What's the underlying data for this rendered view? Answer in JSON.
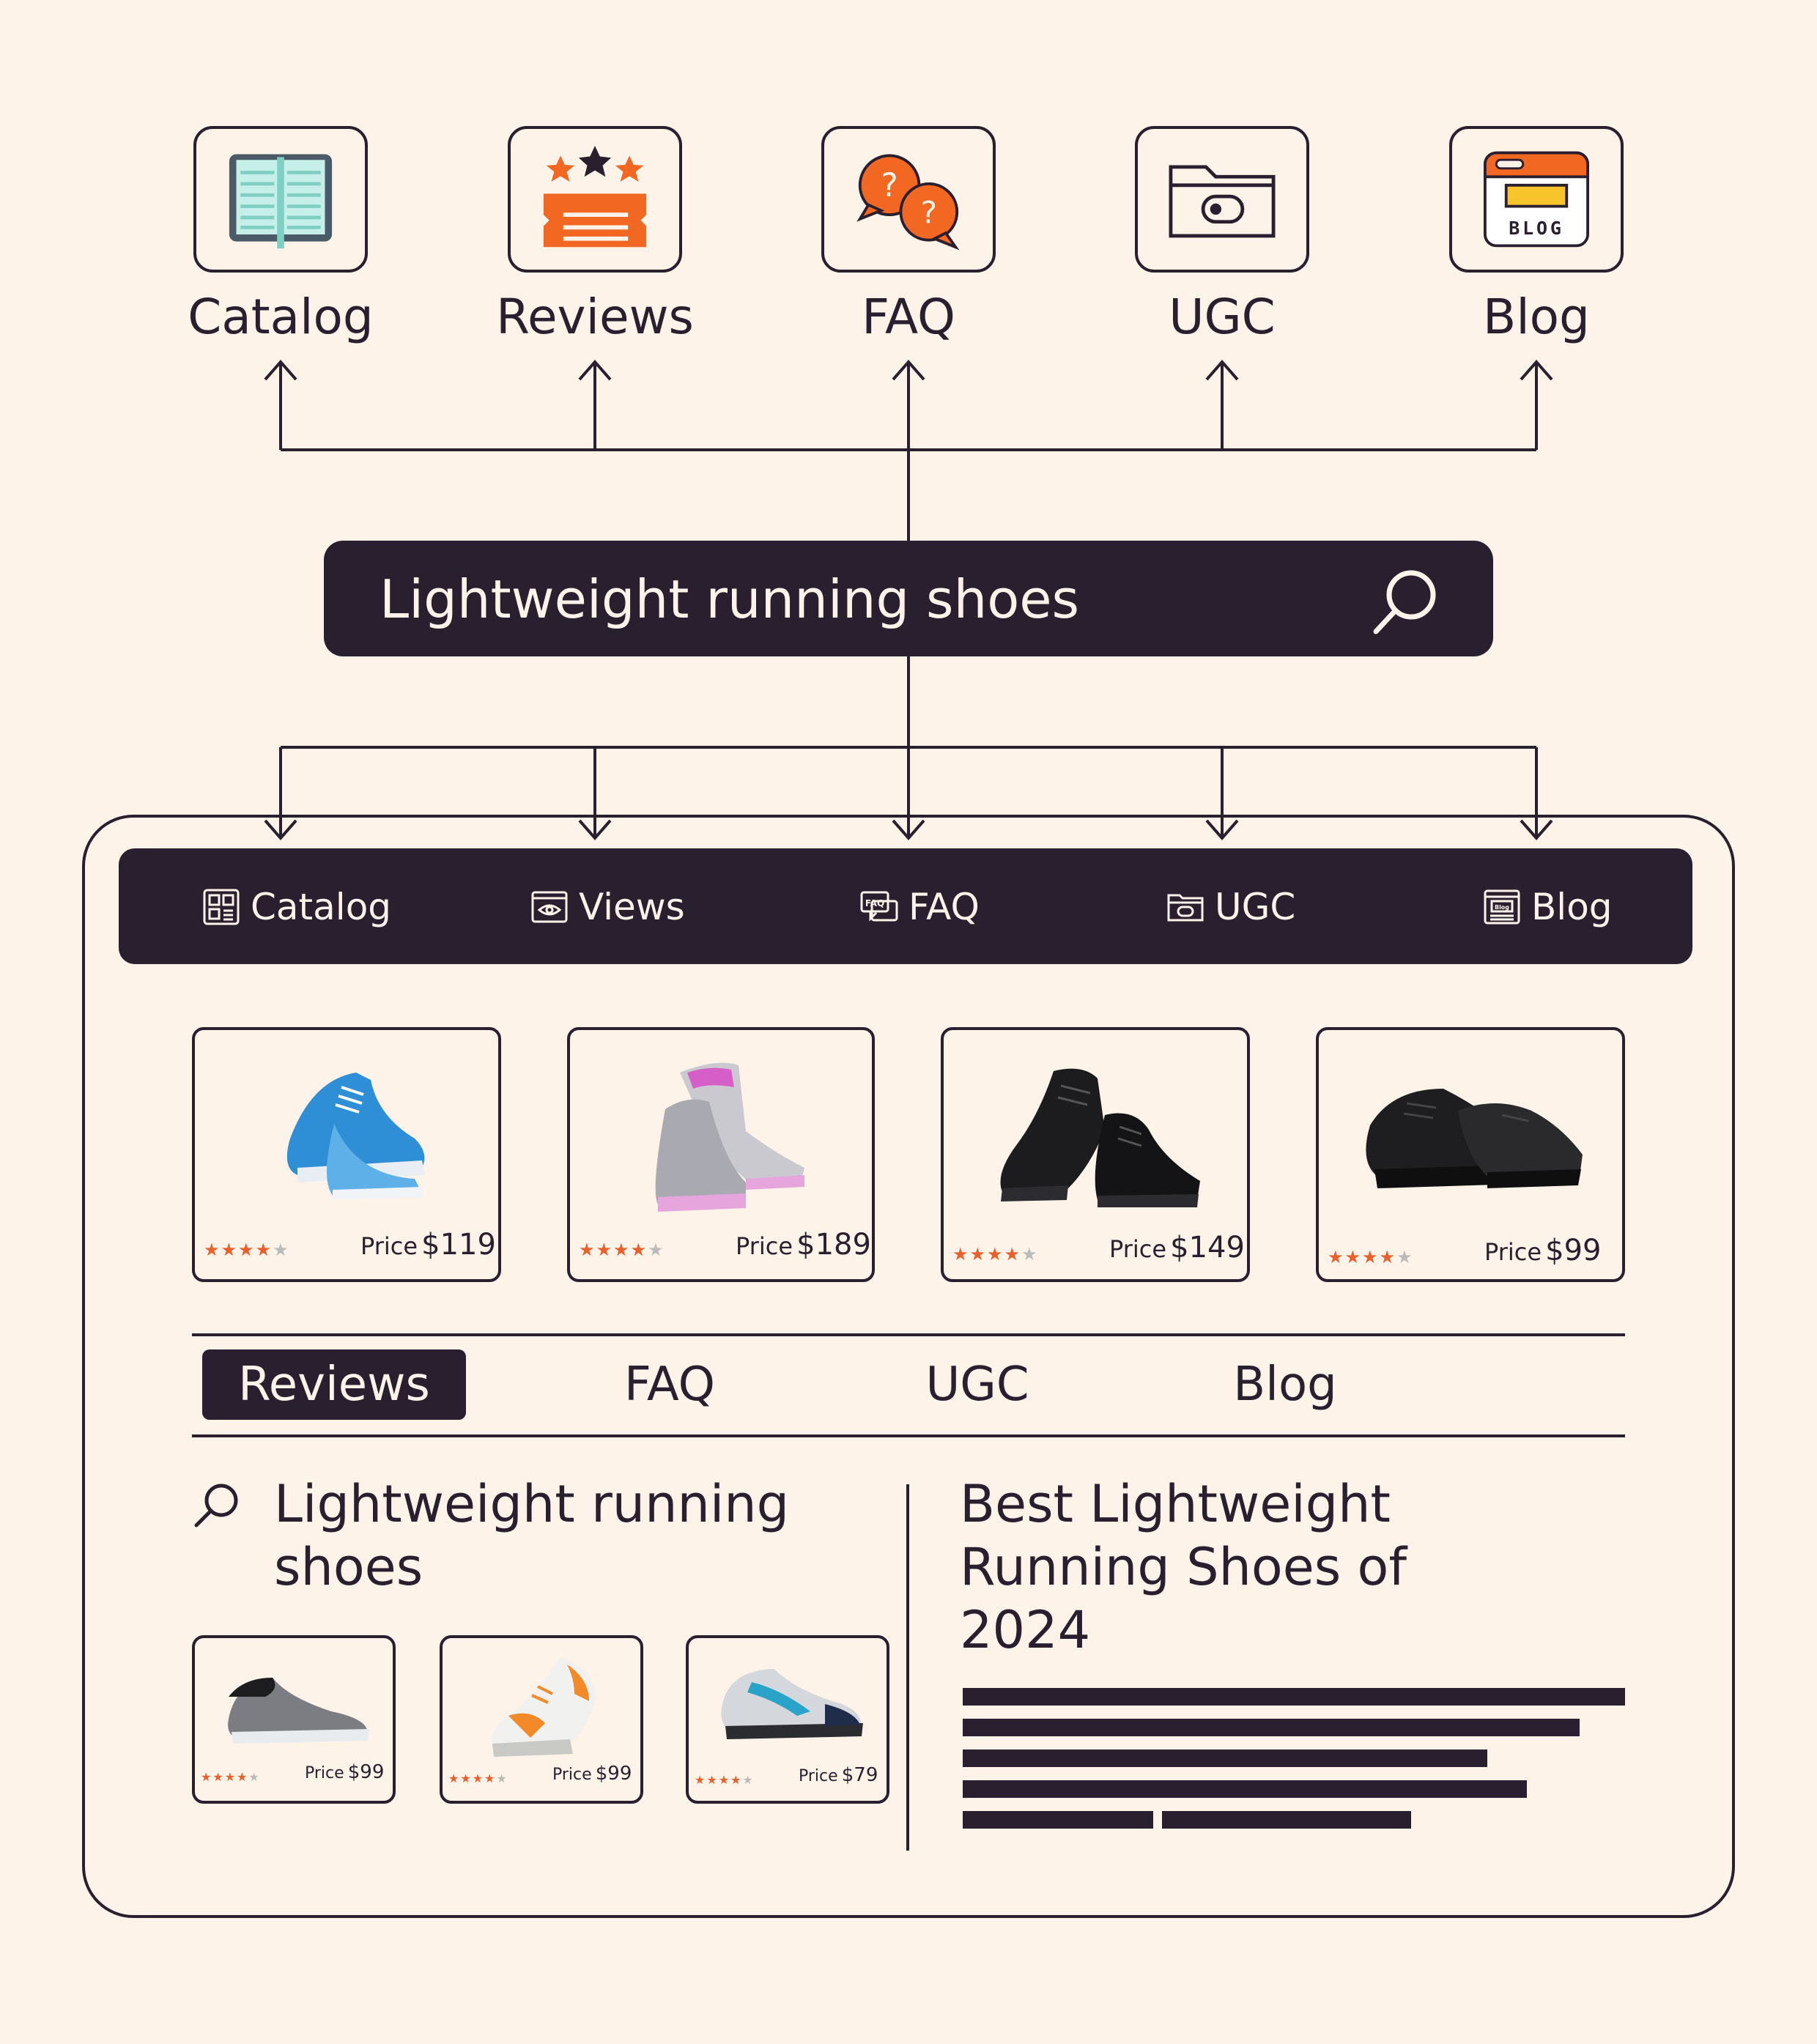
{
  "sources": [
    {
      "label": "Catalog",
      "icon": "catalog-book-icon"
    },
    {
      "label": "Reviews",
      "icon": "reviews-stars-icon"
    },
    {
      "label": "FAQ",
      "icon": "faq-bubbles-icon"
    },
    {
      "label": "UGC",
      "icon": "ugc-folder-icon"
    },
    {
      "label": "Blog",
      "icon": "blog-window-icon",
      "icon_text": "BLOG"
    }
  ],
  "search": {
    "query": "Lightweight running shoes",
    "icon": "search-icon"
  },
  "nav": [
    {
      "label": "Catalog",
      "icon": "catalog-grid-icon"
    },
    {
      "label": "Views",
      "icon": "views-eye-icon"
    },
    {
      "label": "FAQ",
      "icon": "faq-icon",
      "icon_text": "FAQ"
    },
    {
      "label": "UGC",
      "icon": "ugc-folder-icon"
    },
    {
      "label": "Blog",
      "icon": "blog-icon",
      "icon_text": "Blog"
    }
  ],
  "products": [
    {
      "price_label": "Price",
      "price": "$119",
      "rating": 4
    },
    {
      "price_label": "Price",
      "price": "$189",
      "rating": 4
    },
    {
      "price_label": "Price",
      "price": "$149",
      "rating": 4
    },
    {
      "price_label": "Price",
      "price": "$99",
      "rating": 4
    }
  ],
  "tabs": [
    {
      "label": "Reviews",
      "active": true
    },
    {
      "label": "FAQ",
      "active": false
    },
    {
      "label": "UGC",
      "active": false
    },
    {
      "label": "Blog",
      "active": false
    }
  ],
  "result": {
    "query": "Lightweight running shoes",
    "items": [
      {
        "price_label": "Price",
        "price": "$99",
        "rating": 4
      },
      {
        "price_label": "Price",
        "price": "$99",
        "rating": 4
      },
      {
        "price_label": "Price",
        "price": "$79",
        "rating": 4
      }
    ]
  },
  "article": {
    "title": "Best Lightweight Running Shoes of 2024"
  },
  "colors": {
    "dark": "#2a1f2f",
    "background": "#fef3e8",
    "accent": "#f26722",
    "star": "#e8602c"
  }
}
